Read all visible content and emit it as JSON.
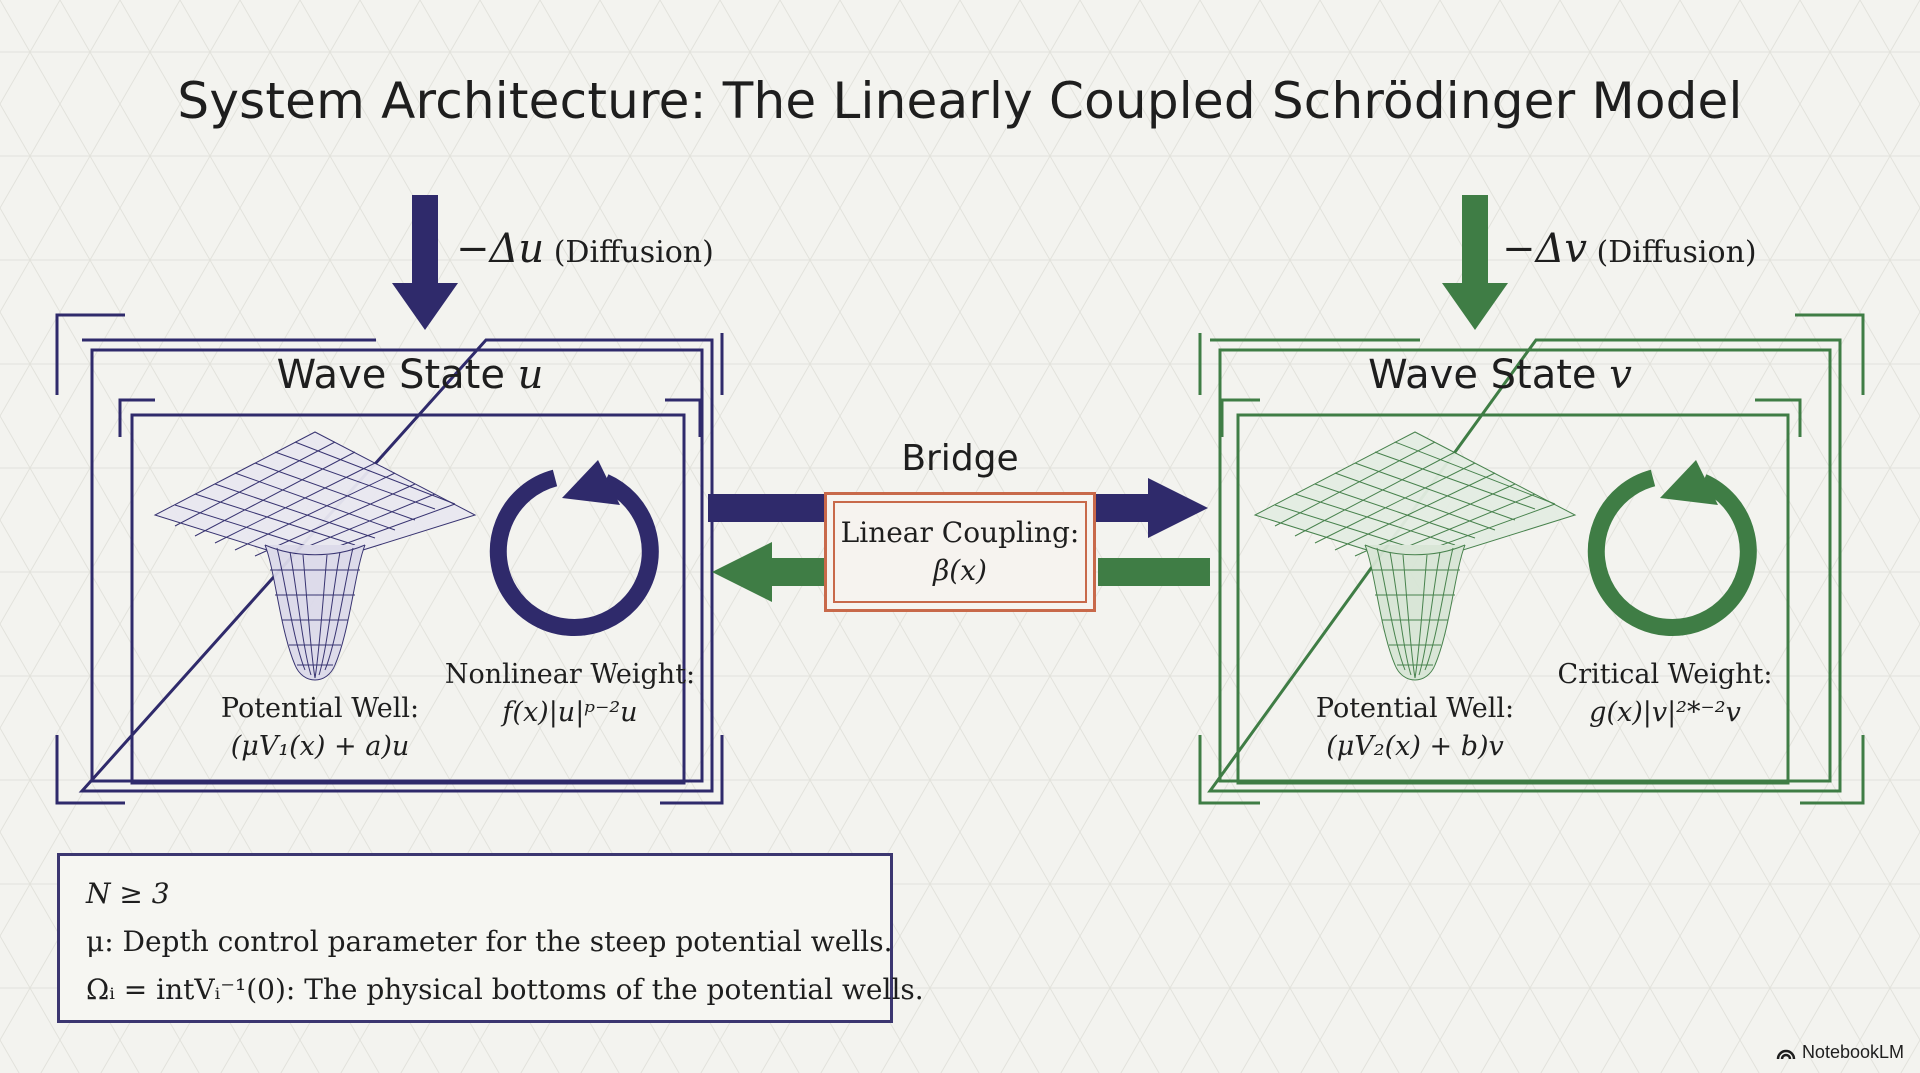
{
  "title": "System Architecture: The Linearly Coupled Schrödinger Model",
  "colors": {
    "left": "#2f2a6b",
    "right": "#3f7d45",
    "coupling": "#c8694a",
    "background": "#f3f3ef"
  },
  "left": {
    "diffusion_math": "−Δu",
    "diffusion_text": "(Diffusion)",
    "panel_title": "Wave State",
    "panel_var": "u",
    "well_label": "Potential Well:",
    "well_expr": "(μV₁(x) + a)u",
    "weight_label": "Nonlinear Weight:",
    "weight_expr": "f(x)|u|ᵖ⁻²u",
    "well_icon": "potential-well-mesh-icon",
    "cycle_icon": "circular-arrow-icon"
  },
  "right": {
    "diffusion_math": "−Δv",
    "diffusion_text": "(Diffusion)",
    "panel_title": "Wave State",
    "panel_var": "v",
    "well_label": "Potential Well:",
    "well_expr": "(μV₂(x) + b)v",
    "weight_label": "Critical Weight:",
    "weight_expr": "g(x)|v|²*⁻²v",
    "well_icon": "potential-well-mesh-icon",
    "cycle_icon": "circular-arrow-icon"
  },
  "bridge": {
    "label": "Bridge",
    "coupling_label": "Linear Coupling:",
    "coupling_expr": "β(x)"
  },
  "notes": [
    "N ≥ 3",
    "μ: Depth control parameter for the steep potential wells.",
    "Ωᵢ = intVᵢ⁻¹(0): The physical bottoms of the potential wells."
  ],
  "brand": "NotebookLM"
}
